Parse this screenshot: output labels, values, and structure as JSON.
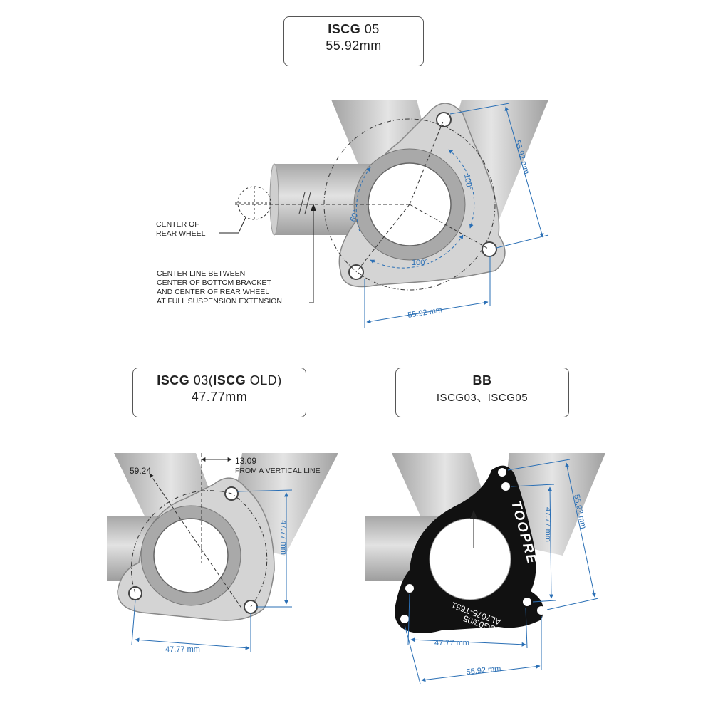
{
  "boxes": {
    "iscg05": {
      "bold": "ISCG",
      "rest": " 05",
      "size": "55.92mm"
    },
    "iscg03": {
      "bold1": "ISCG",
      "mid": " 03(",
      "bold2": "ISCG",
      "rest": " OLD)",
      "size": "47.77mm"
    },
    "bb": {
      "title": "BB",
      "sub": "ISCG03、ISCG05"
    }
  },
  "top_diagram": {
    "dim_vertical": "55.92 mm",
    "dim_horizontal": "55.92 mm",
    "angle_right": "100°",
    "angle_bottom": "100°",
    "angle_left": "60°",
    "center_rear_wheel": [
      "CENTER OF",
      "REAR WHEEL"
    ],
    "center_line": [
      "CENTER LINE BETWEEN",
      "CENTER OF BOTTOM BRACKET",
      "AND CENTER OF REAR WHEEL",
      "AT FULL SUSPENSION EXTENSION"
    ]
  },
  "left_diagram": {
    "diag_value": "59.24",
    "offset_value": "13.09",
    "offset_note": "FROM A VERTICAL LINE",
    "dim_vertical": "47.77 mm",
    "dim_horizontal": "47.77 mm"
  },
  "right_diagram": {
    "brand": "TOOPRE",
    "material": "AL7075-T651",
    "model": "ISCG03/05",
    "dim_outer_vertical": "55.92 mm",
    "dim_inner_vertical": "47.77 mm",
    "dim_inner_horizontal": "47.77 mm",
    "dim_outer_horizontal": "55.92 mm"
  },
  "colors": {
    "dimension": "#2a6fb5",
    "tube": "#b9b9b9",
    "plate": "#d4d4d4",
    "black_plate": "#111111"
  }
}
